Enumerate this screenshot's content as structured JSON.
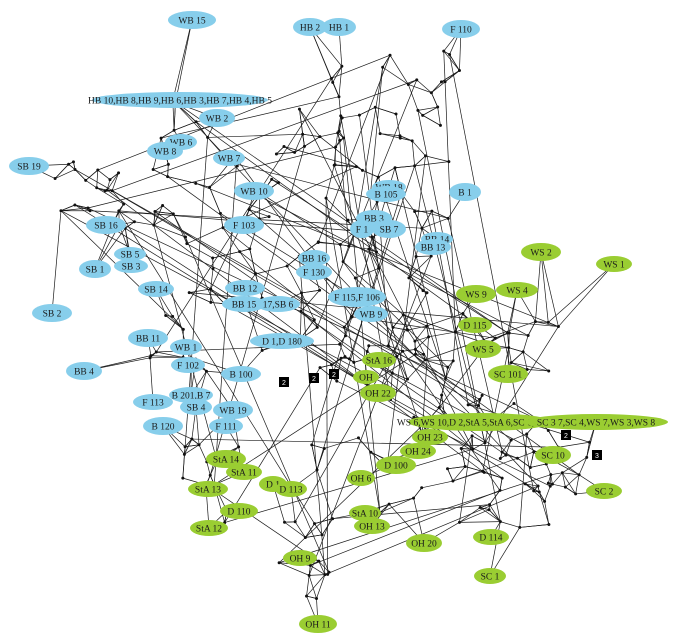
{
  "colors": {
    "blue_group": "#87CEEB",
    "green_group": "#9ACD32",
    "edge": "#1a1a1a",
    "badge": "#000000"
  },
  "nodes": [
    {
      "id": "wb15",
      "label": "WB 15",
      "group": "blue"
    },
    {
      "id": "hb2",
      "label": "HB 2",
      "group": "blue"
    },
    {
      "id": "hb1",
      "label": "HB 1",
      "group": "blue"
    },
    {
      "id": "f110",
      "label": "F 110",
      "group": "blue"
    },
    {
      "id": "hbcluster",
      "label": "HB 10,HB 8,HB 9,HB 6,HB 3,HB 7,HB 4,HB 5",
      "group": "blue"
    },
    {
      "id": "wb2",
      "label": "WB 2",
      "group": "blue"
    },
    {
      "id": "wb6",
      "label": "WB 6",
      "group": "blue"
    },
    {
      "id": "wb8",
      "label": "WB 8",
      "group": "blue"
    },
    {
      "id": "wb7",
      "label": "WB 7",
      "group": "blue"
    },
    {
      "id": "sb19",
      "label": "SB 19",
      "group": "blue"
    },
    {
      "id": "wb10",
      "label": "WB 10",
      "group": "blue"
    },
    {
      "id": "wb18",
      "label": "WB 18",
      "group": "blue"
    },
    {
      "id": "b105",
      "label": "B 105",
      "group": "blue"
    },
    {
      "id": "b1",
      "label": "B 1",
      "group": "blue"
    },
    {
      "id": "sb16",
      "label": "SB 16",
      "group": "blue"
    },
    {
      "id": "f103",
      "label": "F 103",
      "group": "blue"
    },
    {
      "id": "bb3",
      "label": "BB 3",
      "group": "blue"
    },
    {
      "id": "f1",
      "label": "F 1",
      "group": "blue"
    },
    {
      "id": "sb7",
      "label": "SB 7",
      "group": "blue"
    },
    {
      "id": "bb14",
      "label": "BB 14",
      "group": "blue"
    },
    {
      "id": "bb13",
      "label": "BB 13",
      "group": "blue"
    },
    {
      "id": "sb5",
      "label": "SB 5",
      "group": "blue"
    },
    {
      "id": "sb3",
      "label": "SB 3",
      "group": "blue"
    },
    {
      "id": "sb1",
      "label": "SB 1",
      "group": "blue"
    },
    {
      "id": "bb16",
      "label": "BB 16",
      "group": "blue"
    },
    {
      "id": "f130",
      "label": "F 130",
      "group": "blue"
    },
    {
      "id": "sb14",
      "label": "SB 14",
      "group": "blue"
    },
    {
      "id": "bb12",
      "label": "BB 12",
      "group": "blue"
    },
    {
      "id": "sb2",
      "label": "SB 2",
      "group": "blue"
    },
    {
      "id": "fcluster",
      "label": "F 115,F 106",
      "group": "blue"
    },
    {
      "id": "bbsb",
      "label": "BB 15",
      "group": "blue"
    },
    {
      "id": "sb6",
      "label": "17,SB 6",
      "group": "blue"
    },
    {
      "id": "wb9",
      "label": "WB 9",
      "group": "blue"
    },
    {
      "id": "bb11",
      "label": "BB 11",
      "group": "blue"
    },
    {
      "id": "bb4",
      "label": "BB 4",
      "group": "blue"
    },
    {
      "id": "dcluster",
      "label": "D 1,D 180",
      "group": "blue"
    },
    {
      "id": "wb1",
      "label": "WB 1",
      "group": "blue"
    },
    {
      "id": "f102",
      "label": "F 102",
      "group": "blue"
    },
    {
      "id": "b100",
      "label": "B 100",
      "group": "blue"
    },
    {
      "id": "b201",
      "label": "B 201,B 7",
      "group": "blue"
    },
    {
      "id": "f113",
      "label": "F 113",
      "group": "blue"
    },
    {
      "id": "sb4",
      "label": "SB 4",
      "group": "blue"
    },
    {
      "id": "wb19",
      "label": "WB 19",
      "group": "blue"
    },
    {
      "id": "f111",
      "label": "F 111",
      "group": "blue"
    },
    {
      "id": "b120",
      "label": "B 120",
      "group": "blue"
    },
    {
      "id": "ws2",
      "label": "WS 2",
      "group": "green"
    },
    {
      "id": "ws1",
      "label": "WS 1",
      "group": "green"
    },
    {
      "id": "ws9",
      "label": "WS 9",
      "group": "green"
    },
    {
      "id": "ws4",
      "label": "WS 4",
      "group": "green"
    },
    {
      "id": "d115",
      "label": "D 115",
      "group": "green"
    },
    {
      "id": "ws5",
      "label": "WS 5",
      "group": "green"
    },
    {
      "id": "sta16",
      "label": "StA 16",
      "group": "green"
    },
    {
      "id": "sc101",
      "label": "SC 101",
      "group": "green"
    },
    {
      "id": "oh",
      "label": "OH",
      "group": "green"
    },
    {
      "id": "oh22",
      "label": "OH 22",
      "group": "green"
    },
    {
      "id": "wscluster",
      "label": "WS 6,WS 10,D 2,StA 5,StA 6,SC 6,StA 1,S",
      "group": "green"
    },
    {
      "id": "sccluster",
      "label": "SC 3  7,SC 4,WS 7,WS 3,WS 8",
      "group": "green"
    },
    {
      "id": "oh23",
      "label": "OH 23",
      "group": "green"
    },
    {
      "id": "sc10",
      "label": "SC 10",
      "group": "green"
    },
    {
      "id": "oh24",
      "label": "OH 24",
      "group": "green"
    },
    {
      "id": "d100",
      "label": "D 100",
      "group": "green"
    },
    {
      "id": "sta14",
      "label": "StA 14",
      "group": "green"
    },
    {
      "id": "sta11",
      "label": "StA 11",
      "group": "green"
    },
    {
      "id": "d1",
      "label": "D 1",
      "group": "green"
    },
    {
      "id": "d113",
      "label": "D 113",
      "group": "green"
    },
    {
      "id": "sc2",
      "label": "SC 2",
      "group": "green"
    },
    {
      "id": "sta13",
      "label": "StA 13",
      "group": "green"
    },
    {
      "id": "oh6",
      "label": "OH 6",
      "group": "green"
    },
    {
      "id": "d110",
      "label": "D 110",
      "group": "green"
    },
    {
      "id": "sta10",
      "label": "StA 10",
      "group": "green"
    },
    {
      "id": "sta12",
      "label": "StA 12",
      "group": "green"
    },
    {
      "id": "oh13",
      "label": "OH 13",
      "group": "green"
    },
    {
      "id": "d114",
      "label": "D 114",
      "group": "green"
    },
    {
      "id": "oh20",
      "label": "OH 20",
      "group": "green"
    },
    {
      "id": "sc1",
      "label": "SC 1",
      "group": "green"
    },
    {
      "id": "oh9",
      "label": "OH 9",
      "group": "green"
    },
    {
      "id": "oh11",
      "label": "OH 11",
      "group": "green"
    }
  ],
  "badges": [
    {
      "id": "badge1",
      "label": "2"
    },
    {
      "id": "badge2",
      "label": "2"
    },
    {
      "id": "badge3",
      "label": "2"
    },
    {
      "id": "badge4",
      "label": "2"
    },
    {
      "id": "badge5",
      "label": "3"
    }
  ]
}
